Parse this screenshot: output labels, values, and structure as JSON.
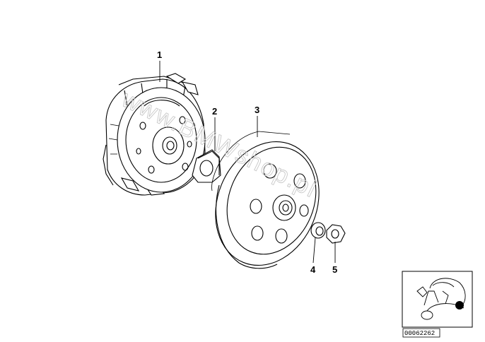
{
  "callouts": {
    "part1": "1",
    "part2": "2",
    "part3": "3",
    "part4": "4",
    "part5": "5"
  },
  "watermark": "www.BMWshop.pl",
  "thumbnail": {
    "reference": "00062262"
  },
  "colors": {
    "line": "#000000",
    "watermark": "#c8c8c8",
    "highlight": "#000000"
  }
}
